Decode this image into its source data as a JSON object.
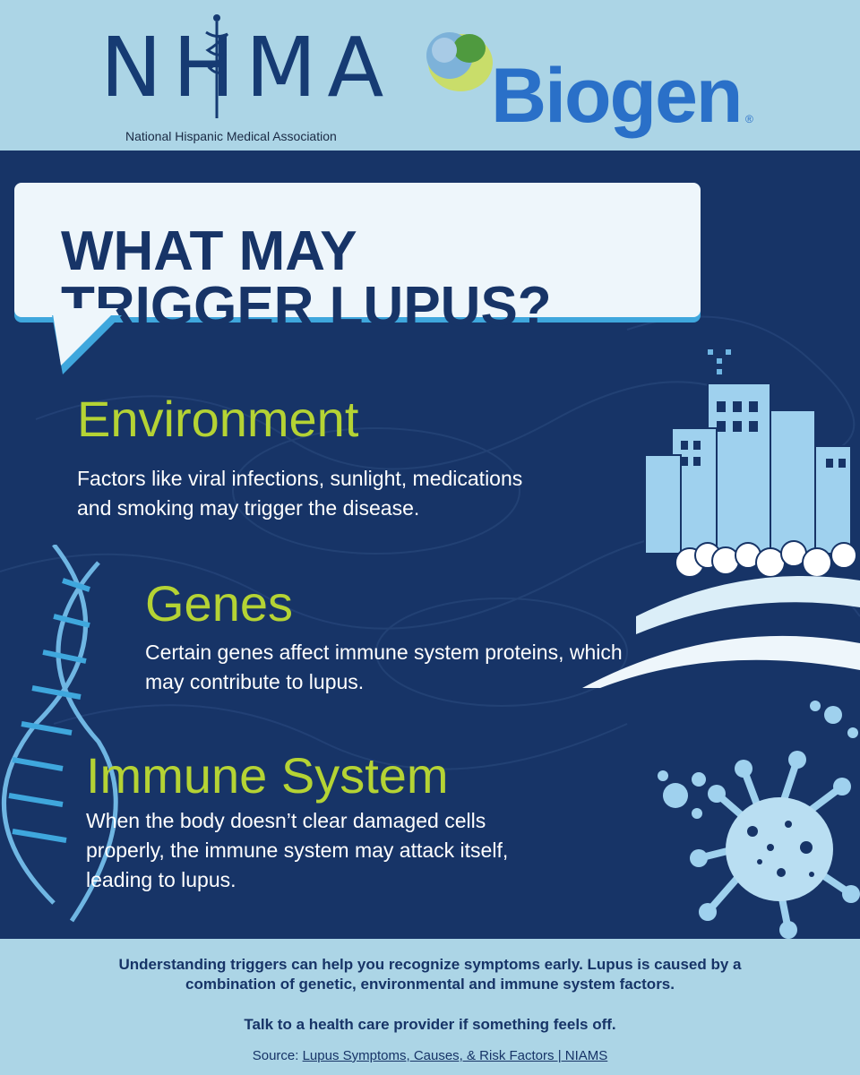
{
  "header": {
    "nhma": {
      "logo_text": "NHMA",
      "subtitle": "National Hispanic Medical Association",
      "icon": "caduceus-icon"
    },
    "biogen": {
      "logo_text": "Biogen",
      "registered": "®",
      "icon": "biogen-sphere-icon"
    }
  },
  "title": {
    "line1": "WHAT MAY",
    "line2": "TRIGGER LUPUS?"
  },
  "sections": [
    {
      "heading": "Environment",
      "body_line1": "Factors like viral infections, sunlight, medications",
      "body_line2": "and smoking may trigger the disease.",
      "icon": "city-buildings-icon"
    },
    {
      "heading": "Genes",
      "body_line1": "Certain genes affect immune system proteins, which",
      "body_line2": "may contribute to lupus.",
      "icon": "dna-helix-icon"
    },
    {
      "heading": "Immune System",
      "body_line1": "When the body doesn’t clear damaged cells",
      "body_line2": "properly, the immune system may attack itself,",
      "body_line3": "leading to lupus.",
      "icon": "virus-icon"
    }
  ],
  "footer": {
    "main_line1": "Understanding triggers can help you recognize symptoms early. Lupus is caused by a",
    "main_line2": "combination of genetic, environmental and immune system factors.",
    "cta": "Talk to a health care provider if something feels off.",
    "source_label": "Source:",
    "source_link": "Lupus Symptoms, Causes, & Risk Factors | NIAMS"
  },
  "colors": {
    "navy": "#173467",
    "light_blue": "#acd5e6",
    "lime": "#b5d334",
    "accent_blue": "#3fa7dd",
    "biogen_blue": "#2a70c8"
  }
}
